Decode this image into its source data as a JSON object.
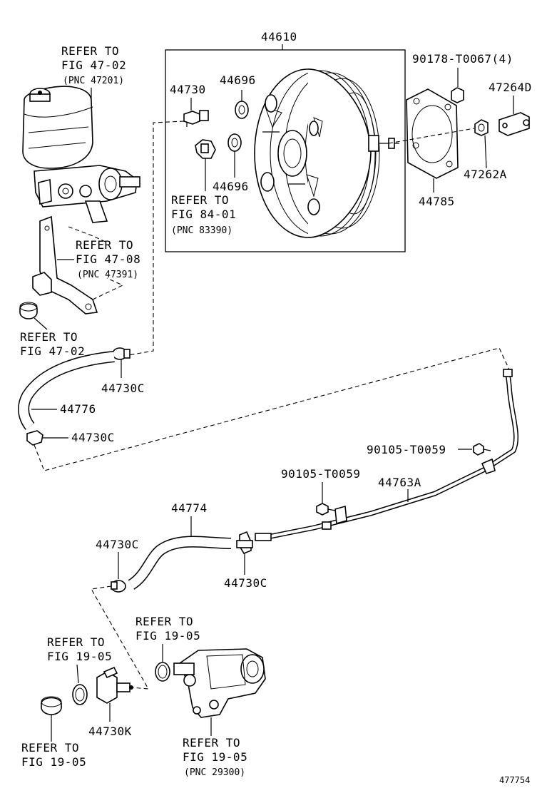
{
  "labels": {
    "booster": "44610",
    "check_valve": "44730",
    "grommet_upper": "44696",
    "grommet_lower": "44696",
    "nut": "90178-T0067(4)",
    "clevis": "47264D",
    "clevis_nut": "47262A",
    "gasket": "44785",
    "hose_clip_upper": "44730C",
    "hose_upper": "44776",
    "hose_clip_left": "44730C",
    "bolt_upper": "90105-T0059",
    "bolt_lower": "90105-T0059",
    "vacuum_pipe": "44763A",
    "hose_lower": "44774",
    "hose_clip_lower_left": "44730C",
    "hose_clip_lower_right": "44730C",
    "union": "44730K",
    "diagram_number": "477754"
  },
  "refs": {
    "master_cylinder": {
      "line1": "REFER TO",
      "line2": "FIG 47-02",
      "line3": "(PNC 47201)"
    },
    "bracket": {
      "line1": "REFER TO",
      "line2": "FIG 47-08",
      "line3": "(PNC 47391)"
    },
    "bushing": {
      "line1": "REFER TO",
      "line2": "FIG 47-02"
    },
    "sensor": {
      "line1": "REFER TO",
      "line2": "FIG 84-01",
      "line3": "(PNC 83390)"
    },
    "oring_right": {
      "line1": "REFER TO",
      "line2": "FIG 19-05"
    },
    "oring_left": {
      "line1": "REFER TO",
      "line2": "FIG 19-05"
    },
    "plug": {
      "line1": "REFER TO",
      "line2": "FIG 19-05"
    },
    "vacuum_pump": {
      "line1": "REFER TO",
      "line2": "FIG 19-05",
      "line3": "(PNC 29300)"
    }
  }
}
